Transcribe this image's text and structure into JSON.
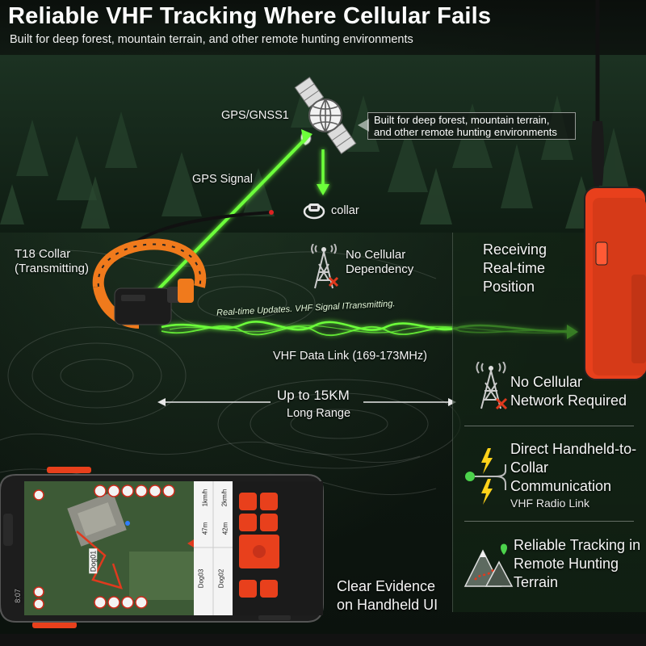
{
  "header": {
    "title": "Reliable VHF Tracking Where Cellular Fails",
    "subtitle": "Built for deep forest, mountain terrain, and other remote hunting environments"
  },
  "diagram": {
    "gps_label": "GPS/GNSS1",
    "gps_callout": [
      "Built for deep forest, mountain terrain,",
      "and other remote hunting environments"
    ],
    "gps_signal_label": "GPS Signal",
    "collar_label": "collar",
    "collar_device_label": [
      "T18 Collar",
      "(Transmitting)"
    ],
    "no_cellular_label": [
      "No Cellular",
      "Dependency"
    ],
    "wave_text": "Real-time Updates. VHF Signal ITransmitting.",
    "vhf_link_label": "VHF Data Link (169-173MHz)",
    "range_label": "Up to 15KM",
    "range_sub": "Long Range",
    "receiving_label": [
      "Receiving",
      "Real-time",
      "Position"
    ],
    "handheld_caption": [
      "Clear Evidence",
      "on Handheld UI"
    ]
  },
  "features": [
    {
      "icon": "tower-no-signal-icon",
      "lines": [
        "No Cellular",
        "Network Required"
      ],
      "sub": ""
    },
    {
      "icon": "direct-link-icon",
      "lines": [
        "Direct Handheld-to-",
        "Collar",
        "Communication"
      ],
      "sub": "VHF Radio Link"
    },
    {
      "icon": "mountain-tracking-icon",
      "lines": [
        "Reliable Tracking in",
        "Remote Hunting",
        "Terrain"
      ],
      "sub": ""
    }
  ],
  "screen": {
    "dog1": "Dog01",
    "dog2": "Dog03",
    "dog3": "Dog02",
    "time": "8:07",
    "dist_a": "47m",
    "dist_b": "42m",
    "speed_a": "1km/h",
    "speed_b": "2km/h"
  },
  "colors": {
    "signal_green": "#6dff3a",
    "device_orange": "#e8401c",
    "collar_orange": "#f07a1c",
    "alert_red": "#e03a1e",
    "lightning_yellow": "#ffd21a"
  }
}
